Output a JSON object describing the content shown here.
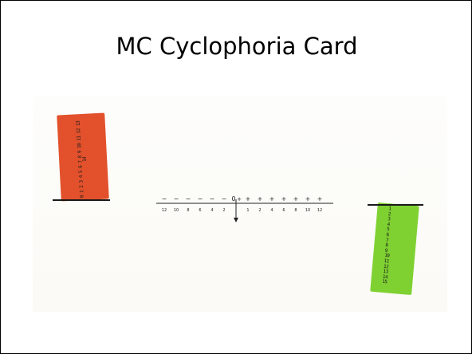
{
  "slide": {
    "title": "MC Cyclophoria Card"
  },
  "red_strip": {
    "color": "#e2512c",
    "numbers": "0 1 2 3 4 5 6 7 8 9 10 11 12 13 14"
  },
  "green_strip": {
    "color": "#7fd132",
    "numbers": [
      "1",
      "2",
      "3",
      "4",
      "5",
      "6",
      "7",
      "8",
      "9",
      "10",
      "11",
      "12",
      "13",
      "14",
      "15"
    ]
  },
  "scale": {
    "minus_sign": "−",
    "plus_sign": "+",
    "zero_label": "0",
    "left_labels": [
      "12",
      "10",
      "8",
      "6",
      "4",
      "2"
    ],
    "right_labels": [
      "1",
      "2",
      "4",
      "6",
      "8",
      "10",
      "12"
    ]
  }
}
